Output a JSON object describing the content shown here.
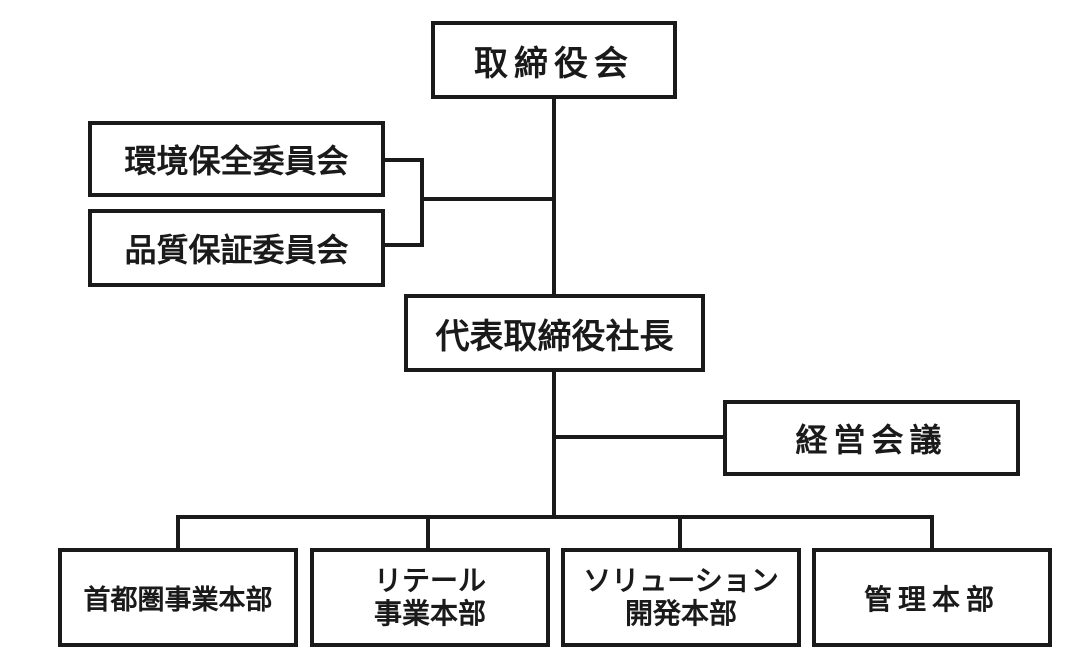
{
  "org_chart": {
    "board": "取締役会",
    "committees": [
      "環境保全委員会",
      "品質保証委員会"
    ],
    "president": "代表取締役社長",
    "management_meeting": "経営会議",
    "divisions": [
      {
        "line1": "首都圏事業本部",
        "line2": ""
      },
      {
        "line1": "リテール",
        "line2": "事業本部"
      },
      {
        "line1": "ソリューション",
        "line2": "開発本部"
      },
      {
        "line1": "管理本部",
        "line2": ""
      }
    ]
  },
  "colors": {
    "line": "#1a1a1a",
    "box_border": "#1a1a1a",
    "background": "#ffffff"
  }
}
